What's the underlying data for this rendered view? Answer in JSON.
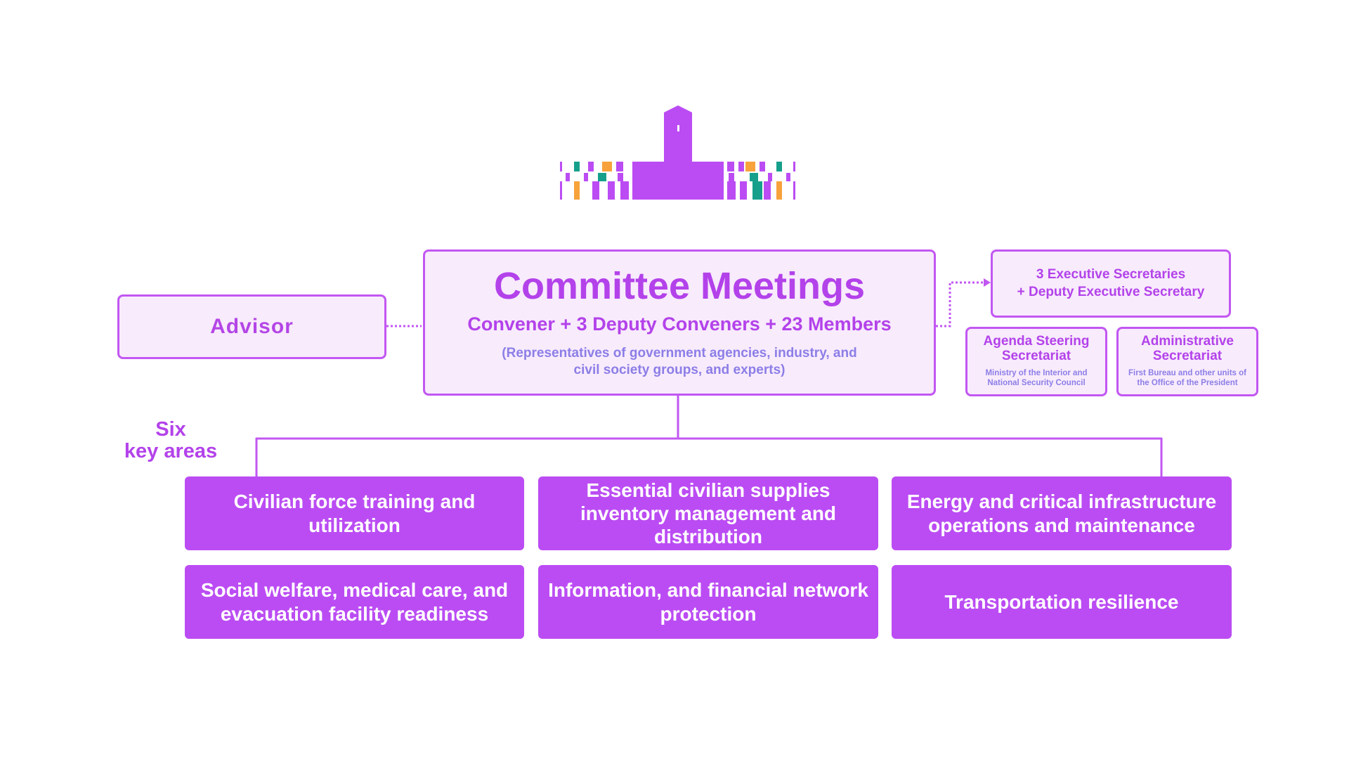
{
  "colors": {
    "purple": "#bb4cf3",
    "purple_text": "#b342ea",
    "light_fill": "#f8ebfc",
    "note_text": "#8c7ee6",
    "teal": "#16a08c",
    "orange": "#f7a23b"
  },
  "logo": {
    "icon": "presidential-office-building-icon"
  },
  "advisor": {
    "label": "Advisor"
  },
  "committee": {
    "title": "Committee Meetings",
    "subtitle": "Convener + 3 Deputy Conveners + 23 Members",
    "note": "(Representatives of government agencies, industry, and civil society groups, and experts)"
  },
  "executive": {
    "line1": "3 Executive Secretaries",
    "line2": "+ Deputy Executive Secretary"
  },
  "agenda": {
    "title": "Agenda Steering Secretariat",
    "note": "Ministry of the Interior and National Security Council"
  },
  "admin": {
    "title": "Administrative Secretariat",
    "note": "First Bureau and other units of the Office of the President"
  },
  "six_areas_label": {
    "line1": "Six",
    "line2": "key areas"
  },
  "areas": [
    "Civilian force training and utilization",
    "Essential civilian supplies inventory management and distribution",
    "Energy and critical infrastructure operations and maintenance",
    "Social welfare, medical care, and evacuation facility readiness",
    "Information, and financial network protection",
    "Transportation resilience"
  ]
}
